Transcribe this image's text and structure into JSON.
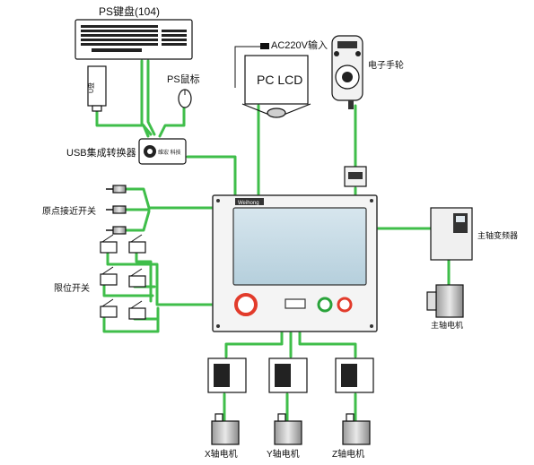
{
  "labels": {
    "keyboard": "PS键盘(104)",
    "mouse": "PS鼠标",
    "usb_drive": "U盘",
    "usb_converter": "USB集成转换器",
    "converter_brand": "维宏 科技",
    "ac_input": "AC220V输入",
    "pc_lcd": "PC LCD",
    "handwheel": "电子手轮",
    "home_switch": "原点接近开关",
    "limit_switch": "限位开关",
    "spindle_inverter": "主轴变频器",
    "spindle_motor": "主轴电机",
    "controller_brand": "Weihong",
    "x_motor": "X轴电机",
    "y_motor": "Y轴电机",
    "z_motor": "Z轴电机"
  },
  "colors": {
    "wire": "#3fbe4a",
    "panel": "#f2f2f2",
    "screen": "#c7dbe6",
    "button_red": "#e23b2b",
    "button_green": "#29a33a"
  }
}
